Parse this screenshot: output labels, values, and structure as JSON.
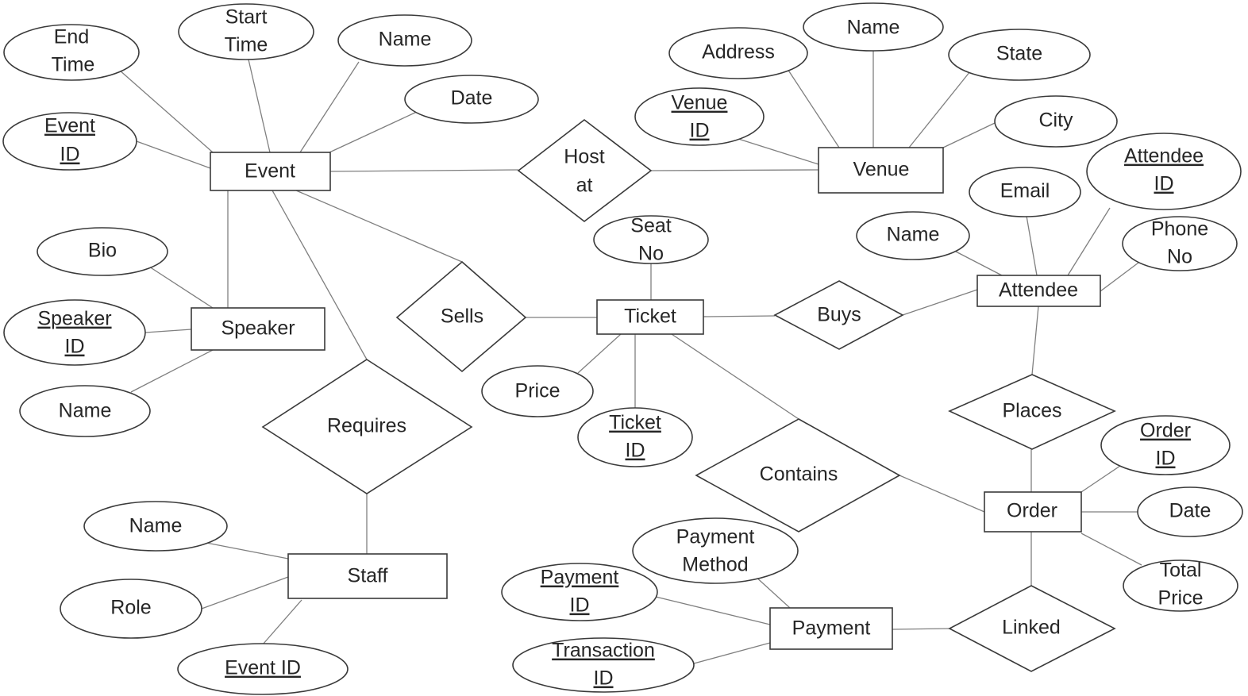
{
  "entities": {
    "event": "Event",
    "venue": "Venue",
    "speaker": "Speaker",
    "ticket": "Ticket",
    "attendee": "Attendee",
    "staff": "Staff",
    "order": "Order",
    "payment": "Payment"
  },
  "relationships": {
    "host_at": [
      "Host",
      "at"
    ],
    "sells": "Sells",
    "buys": "Buys",
    "requires": "Requires",
    "places": "Places",
    "contains": "Contains",
    "linked": "Linked"
  },
  "attributes": {
    "event": {
      "end_time": [
        "End",
        "Time"
      ],
      "start_time": [
        "Start",
        "Time"
      ],
      "name": "Name",
      "date": "Date",
      "event_id": [
        "Event",
        "ID"
      ]
    },
    "venue": {
      "address": "Address",
      "name": "Name",
      "state": "State",
      "venue_id": [
        "Venue",
        "ID"
      ],
      "city": "City"
    },
    "attendee": {
      "email": "Email",
      "attendee_id": [
        "Attendee",
        "ID"
      ],
      "name": "Name",
      "phone_no": [
        "Phone",
        "No"
      ]
    },
    "speaker": {
      "bio": "Bio",
      "speaker_id": [
        "Speaker",
        "ID"
      ],
      "name": "Name"
    },
    "ticket": {
      "seat_no": [
        "Seat",
        "No"
      ],
      "price": "Price",
      "ticket_id": [
        "Ticket",
        "ID"
      ]
    },
    "order": {
      "order_id": [
        "Order",
        "ID"
      ],
      "date": "Date",
      "total_price": [
        "Total",
        "Price"
      ]
    },
    "staff": {
      "name": "Name",
      "role": "Role",
      "event_id": "Event ID"
    },
    "payment": {
      "payment_method": [
        "Payment",
        "Method"
      ],
      "payment_id": [
        "Payment",
        "ID"
      ],
      "transaction_id": [
        "Transaction",
        "ID"
      ]
    }
  }
}
